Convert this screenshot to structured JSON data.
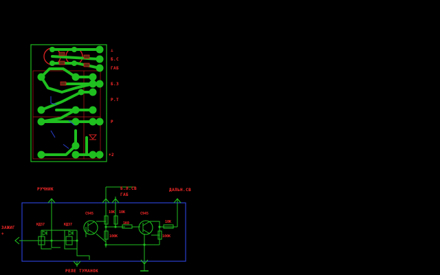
{
  "pcb": {
    "labels": {
      "gnd": "⊥",
      "bs": "Б.С",
      "gab": "ГАБ",
      "bz": "Б.З",
      "rt": "Р.Т",
      "r": "Р",
      "plus12": "+2"
    }
  },
  "schematic": {
    "labels": {
      "ruchnik": "РУЧНИК",
      "zazhig": "ЗАЖИГ",
      "zazhig_plus": "+",
      "bl_sv": "Б.Л.СВ",
      "gab": "ГАБ",
      "dalny_sv": "ДАЛЬН.СВ",
      "rele_tumanok": "РЕЛЕ ТУМАНОК"
    },
    "components": {
      "d1": "КД37",
      "d2": "КД37",
      "t1": "С945",
      "t2": "С945",
      "r1": "10К",
      "r2": "10К",
      "r3": "1К0",
      "r4": "100К",
      "r5": "10К",
      "r6": "100К"
    }
  },
  "colors": {
    "background": "#000000",
    "copper": "#1fbf1f",
    "outline": "#d42020",
    "label": "#ff2a2a",
    "wire": "#1fbf1f",
    "frame": "#2a3fd0"
  }
}
